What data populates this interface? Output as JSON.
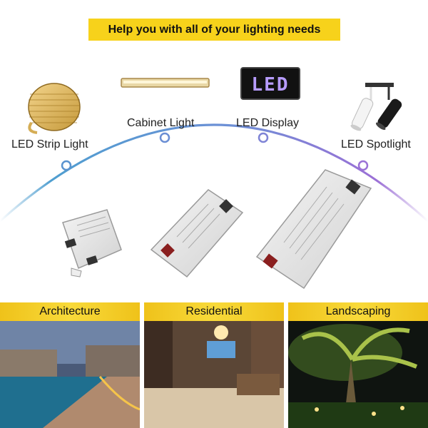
{
  "banner": {
    "text": "Help you with all of your lighting needs"
  },
  "products": [
    {
      "label": "LED Strip Light",
      "icon": "led-strip-reel-icon"
    },
    {
      "label": "Cabinet Light",
      "icon": "cabinet-light-bar-icon"
    },
    {
      "label": "LED Display",
      "icon": "led-display-sign-icon",
      "sign_text": "LED"
    },
    {
      "label": "LED Spotlight",
      "icon": "track-spotlight-icon"
    }
  ],
  "applications": [
    {
      "label": "Architecture"
    },
    {
      "label": "Residential"
    },
    {
      "label": "Landscaping"
    }
  ],
  "colors": {
    "banner": "#f7d21b",
    "arc_start": "#4f9ed0",
    "arc_end": "#9b6fd6",
    "display_text": "#b79cff"
  }
}
